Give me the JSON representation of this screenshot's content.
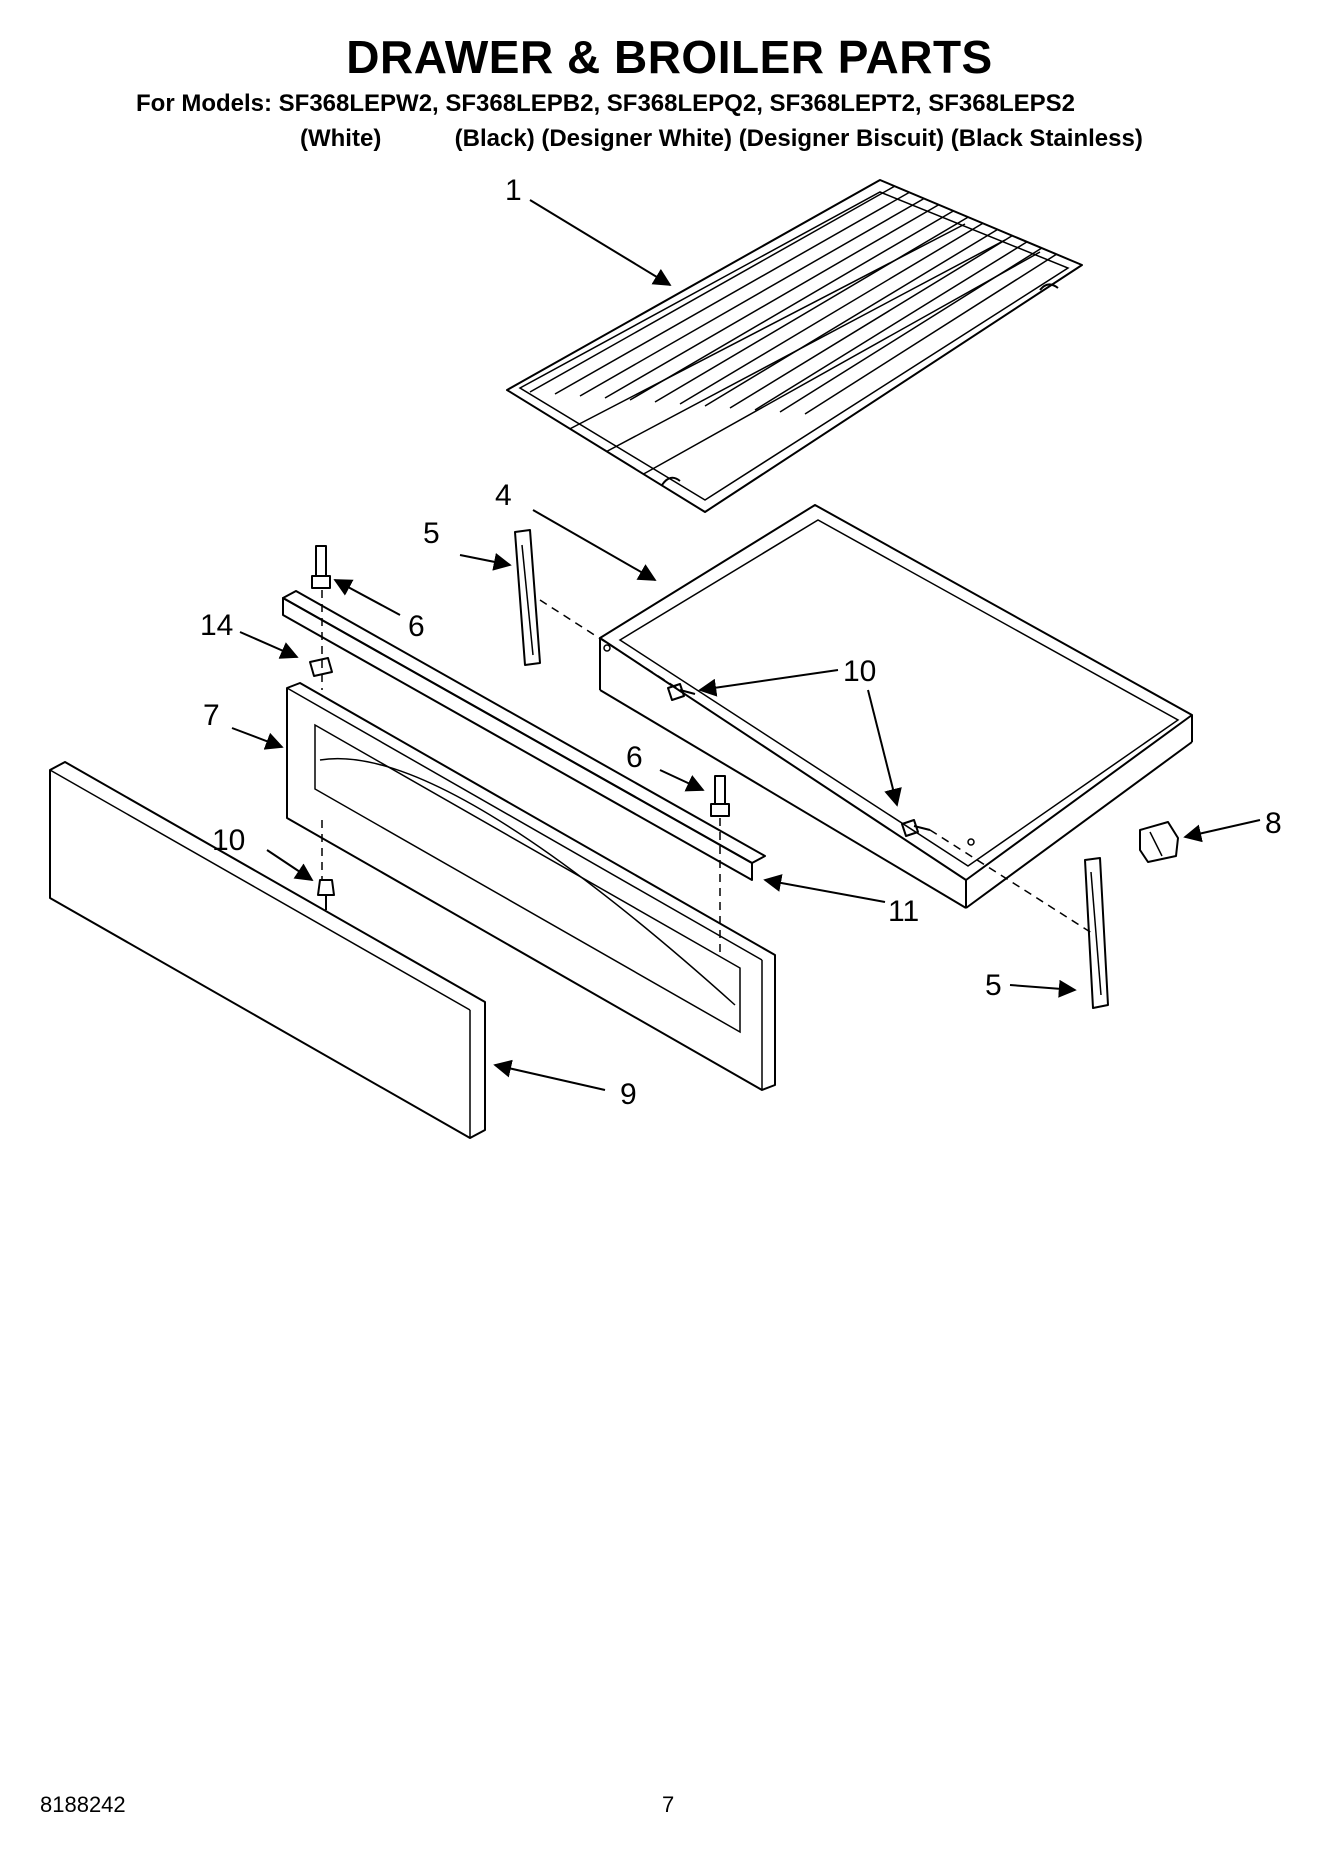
{
  "header": {
    "title": "DRAWER & BROILER PARTS",
    "models_line": "For Models: SF368LEPW2, SF368LEPB2, SF368LEPQ2, SF368LEPT2, SF368LEPS2",
    "colors_line": "(White)           (Black) (Designer White) (Designer Biscuit) (Black Stainless)"
  },
  "callouts": {
    "c1": "1",
    "c4": "4",
    "c5a": "5",
    "c5b": "5",
    "c6a": "6",
    "c6b": "6",
    "c7": "7",
    "c8": "8",
    "c9": "9",
    "c10a": "10",
    "c10b": "10",
    "c10c": "10",
    "c11": "11",
    "c14": "14"
  },
  "footer": {
    "doc_number": "8188242",
    "page_number": "7"
  }
}
